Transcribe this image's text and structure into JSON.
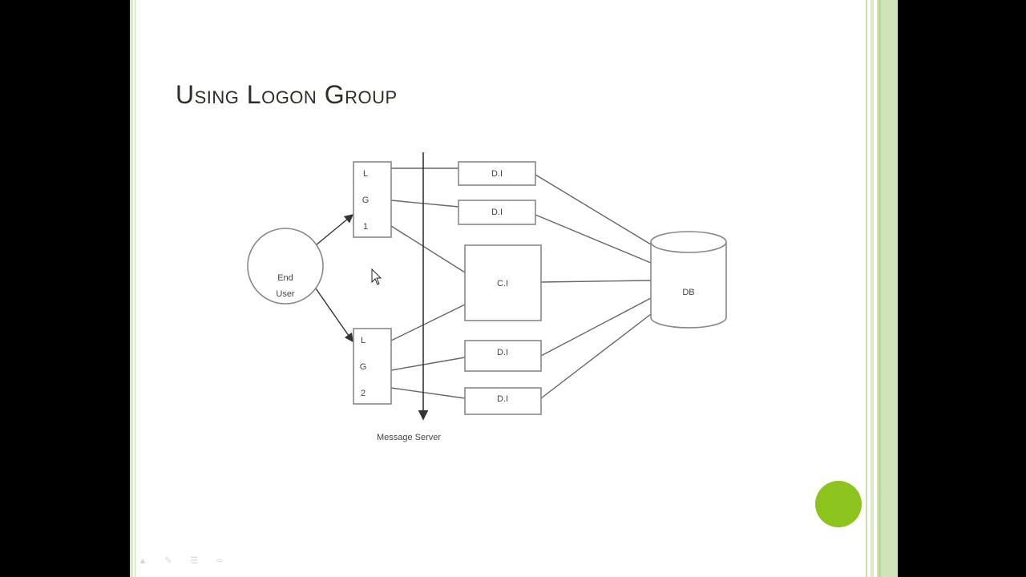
{
  "slide": {
    "title": "Using Logon Group"
  },
  "diagram": {
    "end_user_label": [
      "End",
      "User"
    ],
    "logon_group_1_label": [
      "L",
      "G",
      "1"
    ],
    "logon_group_2_label": [
      "L",
      "G",
      "2"
    ],
    "dialog_instance_label": "D.I",
    "central_instance_label": "C.I",
    "database_label": "DB",
    "message_server_label": "Message Server"
  },
  "colors": {
    "accent_green": "#8cc31c",
    "border_green": "#cfe5b9"
  },
  "icons": [
    "mouse-pointer-icon",
    "pen-icon",
    "menu-icon",
    "next-arrow-icon"
  ]
}
